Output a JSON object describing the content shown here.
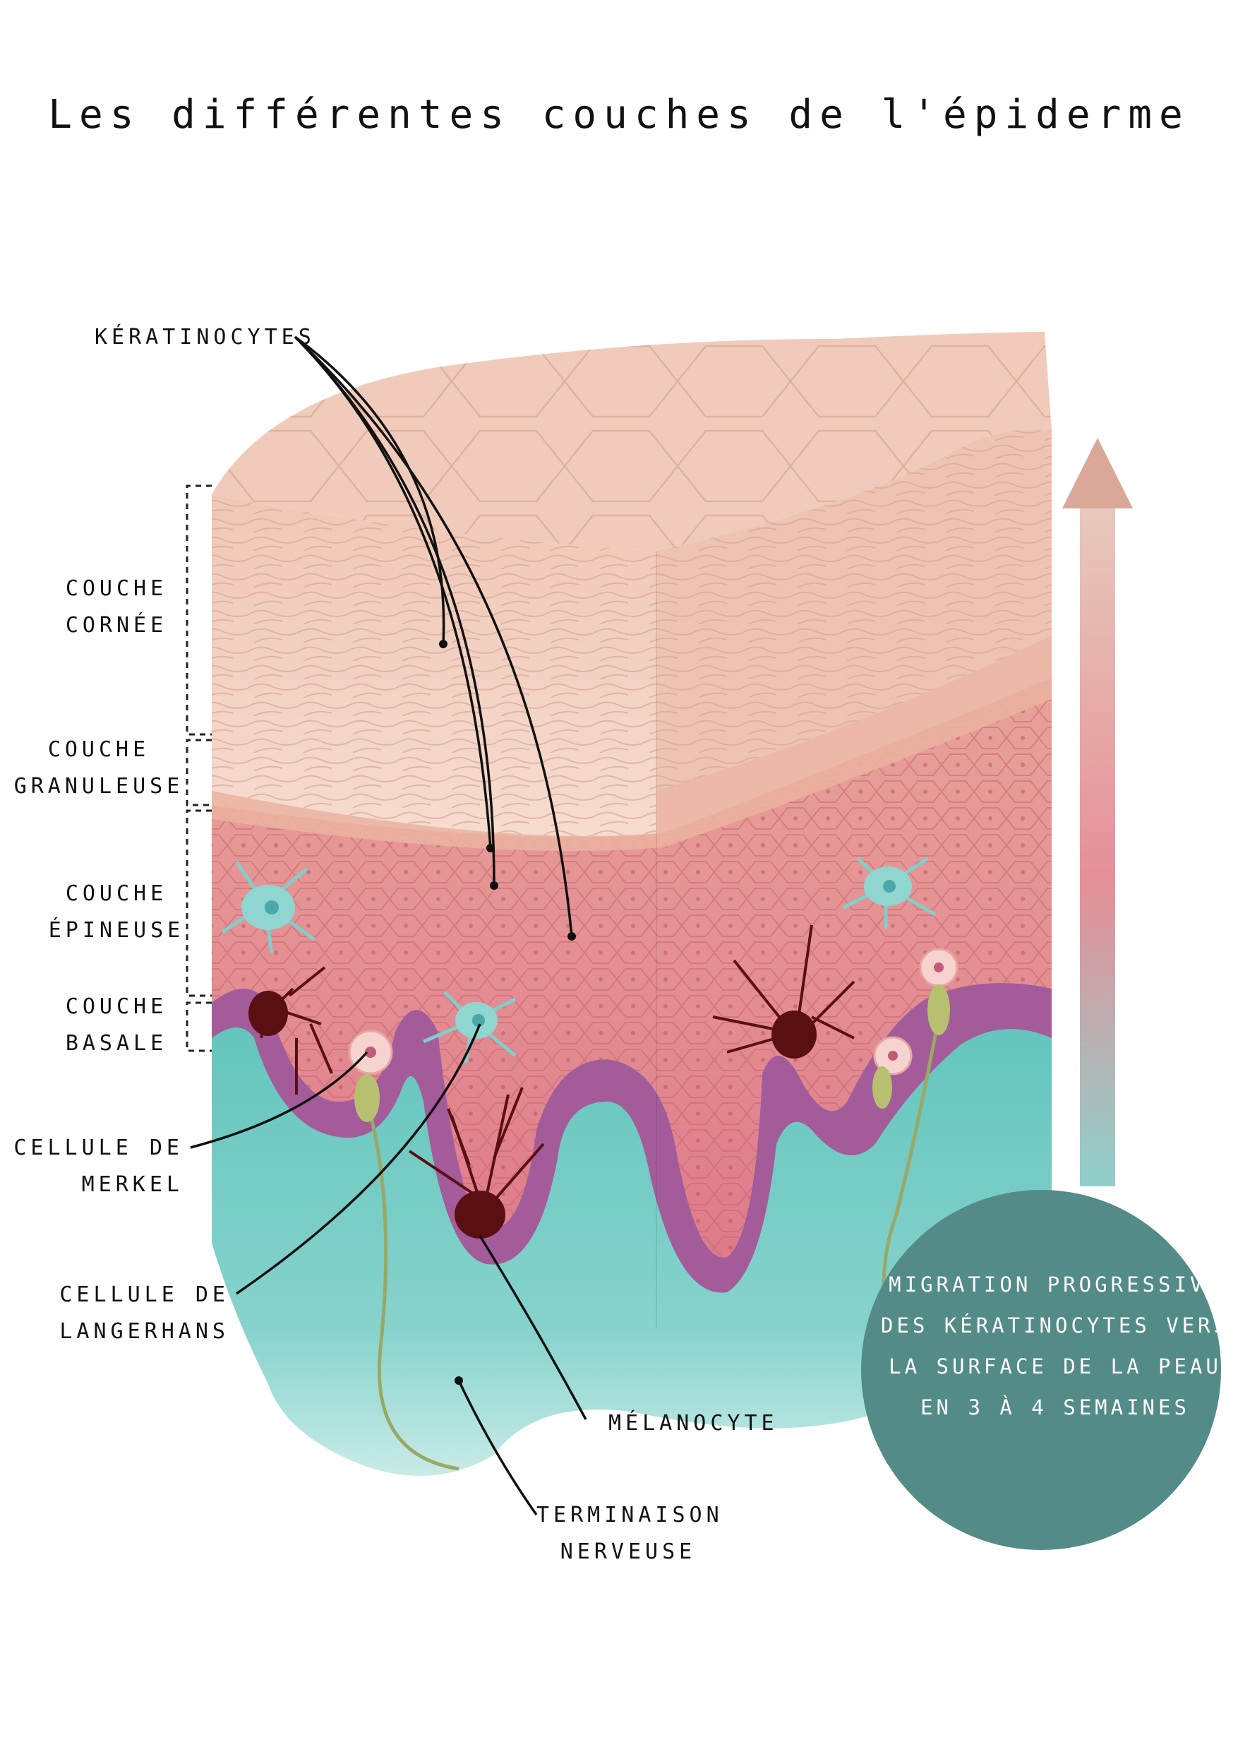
{
  "title": "Les différentes couches de l'épiderme",
  "labels": {
    "keratinocytes": "kératinocytes",
    "couche_cornee_l1": "couche",
    "couche_cornee_l2": "cornée",
    "couche_granuleuse_l1": "couche",
    "couche_granuleuse_l2": "granuleuse",
    "couche_epineuse_l1": "couche",
    "couche_epineuse_l2": "épineuse",
    "couche_basale_l1": "couche",
    "couche_basale_l2": "basale",
    "merkel_l1": "cellule de",
    "merkel_l2": "merkel",
    "langerhans_l1": "cellule de",
    "langerhans_l2": "langerhans",
    "melanocyte": "mélanocyte",
    "terminaison_l1": "terminaison",
    "terminaison_l2": "nerveuse"
  },
  "migration": {
    "l1": "migration progressive",
    "l2": "des kératinocytes vers",
    "l3": "la surface de la peau",
    "l4": "en 3 à 4 semaines"
  },
  "colors": {
    "corneum": "#f2cdbd",
    "granular": "#e89a92",
    "spinous": "#e07c8a",
    "basal": "#a45b9a",
    "dermis": "#7fcfc8",
    "melanin": "#5a0f12",
    "circle": "#538b88",
    "arrow_top": "#d9a898",
    "arrow_bottom": "#8fd0cb"
  }
}
